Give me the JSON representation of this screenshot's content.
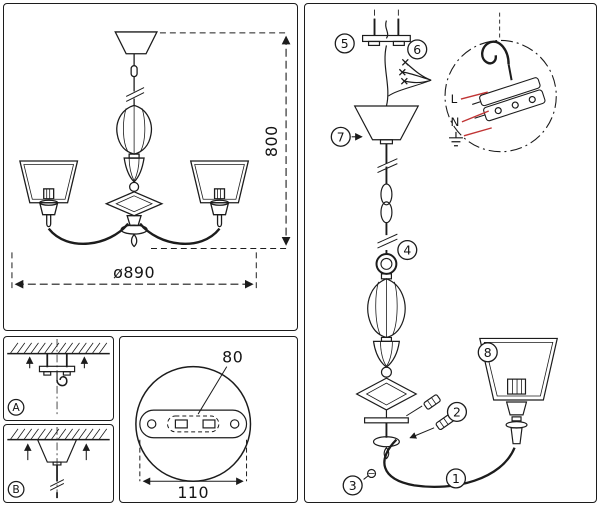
{
  "colors": {
    "ink": "#1c1c1c",
    "wire_mark": "#c03434"
  },
  "overview": {
    "height_dim": "800",
    "diameter_dim": "ø890"
  },
  "mounts": {
    "a_label": "A",
    "b_label": "B"
  },
  "plate": {
    "slot_dim": "80",
    "width_dim": "110"
  },
  "assembly": {
    "steps": [
      "1",
      "2",
      "3",
      "4",
      "5",
      "6",
      "7",
      "8"
    ],
    "wiring": {
      "live": "L",
      "neutral": "N"
    }
  }
}
